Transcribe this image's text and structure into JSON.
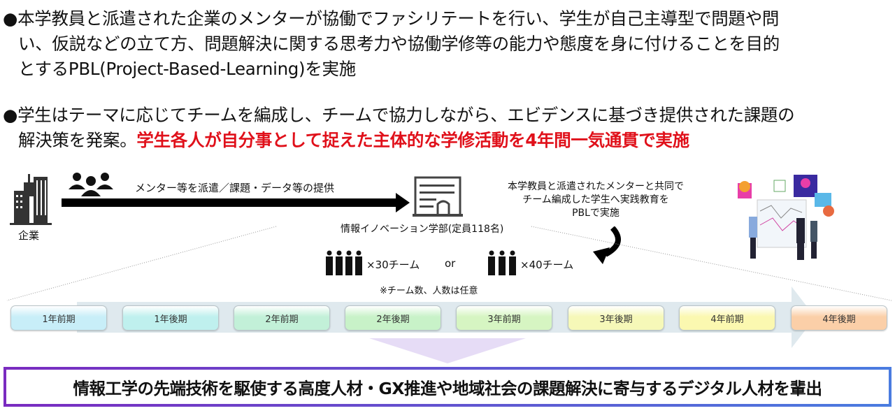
{
  "paragraphs": [
    {
      "bullet": "●",
      "lines": [
        "本学教員と派遣された企業のメンターが協働でファシリテートを行い、学生が自己主導型で問題や問",
        "い、仮説などの立て方、問題解決に関する思考力や協働学修等の能力や態度を身に付けることを目的",
        "とするPBL(Project-Based-Learning)を実施"
      ]
    },
    {
      "bullet": "●",
      "lines": [
        "学生はテーマに応じてチームを編成し、チームで協力しながら、エビデンスに基づき提供された課題の",
        "解決策を発案。"
      ],
      "highlight": "学生各人が自分事として捉えた主体的な学修活動を4年間一気通貫で実施"
    }
  ],
  "diagram": {
    "company_label": "企業",
    "arrow_label": "メンター等を派遣／課題・データ等の提供",
    "faculty_label": "情報イノベーション学部(定員118名)",
    "pbl_text": [
      "本学教員と派遣されたメンターと共同で",
      "チーム編成した学生へ実践教育を",
      "PBLで実施"
    ],
    "team_option_1": "×30チーム",
    "or_label": "or",
    "team_option_2": "×40チーム",
    "note": "※チーム数、人数は任意"
  },
  "semesters": [
    {
      "label": "1年前期",
      "color": "#c8eef8"
    },
    {
      "label": "1年後期",
      "color": "#bff0ee"
    },
    {
      "label": "2年前期",
      "color": "#c2f0d8"
    },
    {
      "label": "2年後期",
      "color": "#c8f2c8"
    },
    {
      "label": "3年前期",
      "color": "#d6f5c2"
    },
    {
      "label": "3年後期",
      "color": "#f6f8b8"
    },
    {
      "label": "4年前期",
      "color": "#fbf8b0"
    },
    {
      "label": "4年後期",
      "color": "#fbcfa8"
    }
  ],
  "conclusion": "情報工学の先端技術を駆使する高度人材・GX推進や地域社会の課題解決に寄与するデジタル人材を輩出",
  "colors": {
    "highlight": "#e0101a",
    "border_start": "#7a2bc0",
    "border_end": "#4a7ce0"
  }
}
